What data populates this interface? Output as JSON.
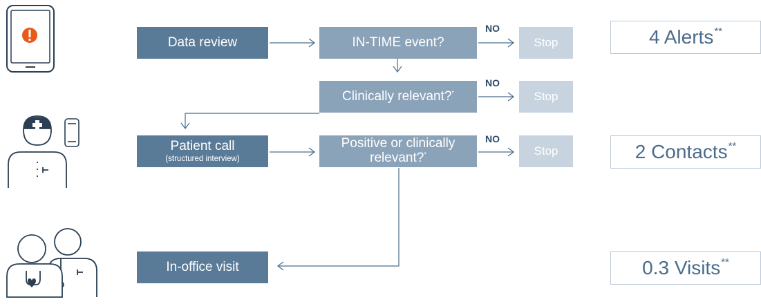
{
  "steps": {
    "data_review": "Data review",
    "intime_event": "IN-TIME event?",
    "clinically_relevant": "Clinically relevant?",
    "clinically_relevant_mark": "*",
    "patient_call": "Patient call",
    "patient_call_sub": "(structured interview)",
    "positive_relevant_line1": "Positive or clinically",
    "positive_relevant_line2": "relevant?",
    "positive_relevant_mark": "*",
    "in_office_visit": "In-office visit"
  },
  "stop_label": "Stop",
  "no_label": "NO",
  "results": [
    {
      "text": "4 Alerts",
      "mark": "**"
    },
    {
      "text": "2 Contacts",
      "mark": "**"
    },
    {
      "text": "0.3 Visits",
      "mark": "**"
    }
  ],
  "colors": {
    "dark_box": "#5a7b98",
    "mid_box": "#8ba3b9",
    "stop_box": "#c7d4df",
    "line": "#4a6c8b",
    "alert_accent": "#e8591a"
  },
  "icons": [
    "tablet-alert-icon",
    "nurse-icon",
    "phone-icon",
    "doctor-and-patient-icon"
  ]
}
